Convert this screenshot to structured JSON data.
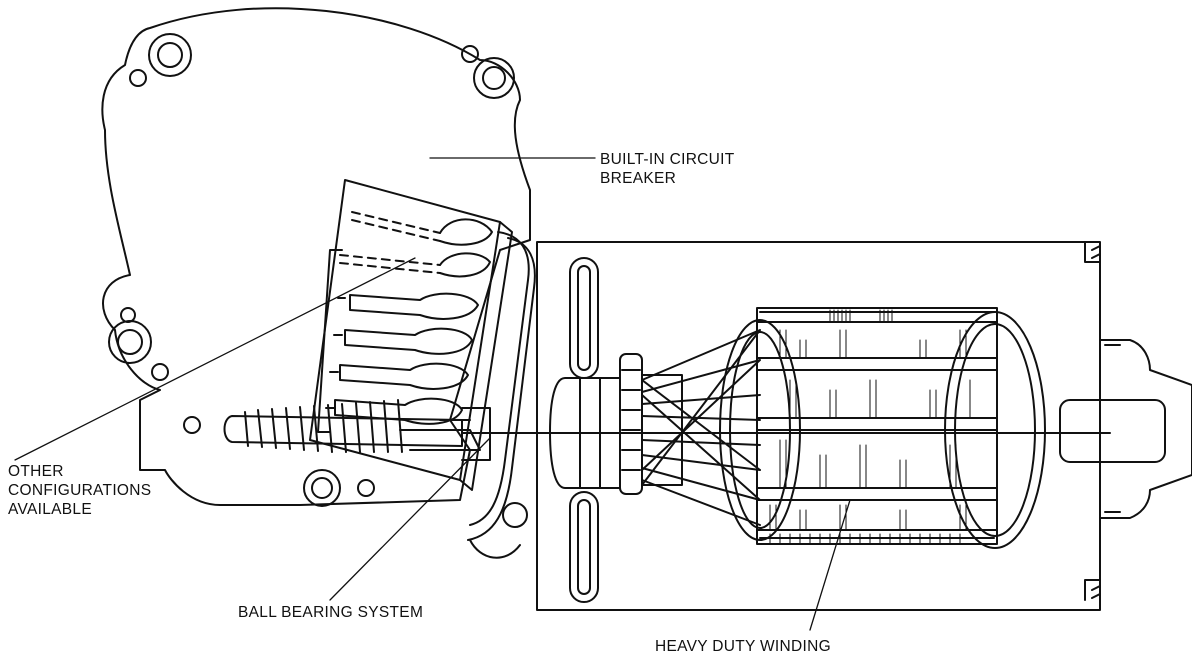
{
  "labels": {
    "circuit_breaker": [
      "BUILT-IN CIRCUIT",
      "BREAKER"
    ],
    "other_configurations": [
      "OTHER",
      "CONFIGURATIONS",
      "AVAILABLE"
    ],
    "ball_bearing": "BALL BEARING SYSTEM",
    "winding": "HEAVY DUTY WINDING"
  },
  "colors": {
    "ink": "#111111",
    "paper": "#ffffff"
  }
}
